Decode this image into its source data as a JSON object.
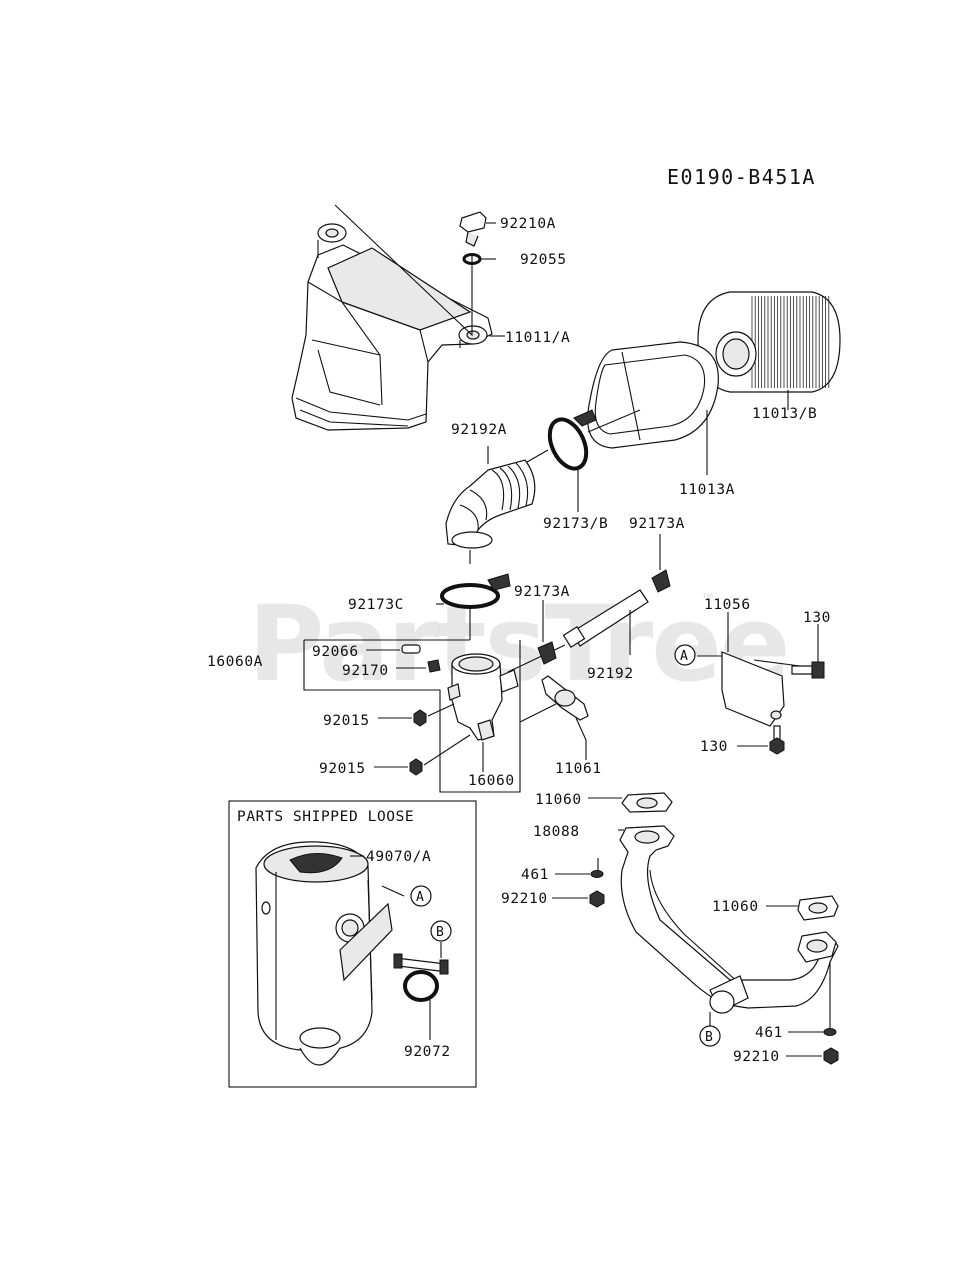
{
  "drawing_code": "E0190-B451A",
  "watermark": {
    "text": "PartsTree",
    "tm": "™"
  },
  "loose_parts_box": {
    "title": "PARTS SHIPPED LOOSE"
  },
  "callouts": [
    "A",
    "B"
  ],
  "part_labels": {
    "p92210A": "92210A",
    "p92055": "92055",
    "p11011A": "11011/A",
    "p11013B": "11013/B",
    "p92192A": "92192A",
    "p11013A": "11013A",
    "p92173B": "92173/B",
    "p92173A_top": "92173A",
    "p92173C": "92173C",
    "p92173A_mid": "92173A",
    "p11056": "11056",
    "p130_top": "130",
    "p16060A": "16060A",
    "p92066": "92066",
    "p92170": "92170",
    "p92192": "92192",
    "p92015_a": "92015",
    "p92015_b": "92015",
    "p130_bot": "130",
    "p16060": "16060",
    "p11061": "11061",
    "p11060_a": "11060",
    "p18088": "18088",
    "p461_a": "461",
    "p92210_a": "92210",
    "p11060_b": "11060",
    "p461_b": "461",
    "p92210_b": "92210",
    "p49070A": "49070/A",
    "p92072": "92072"
  }
}
